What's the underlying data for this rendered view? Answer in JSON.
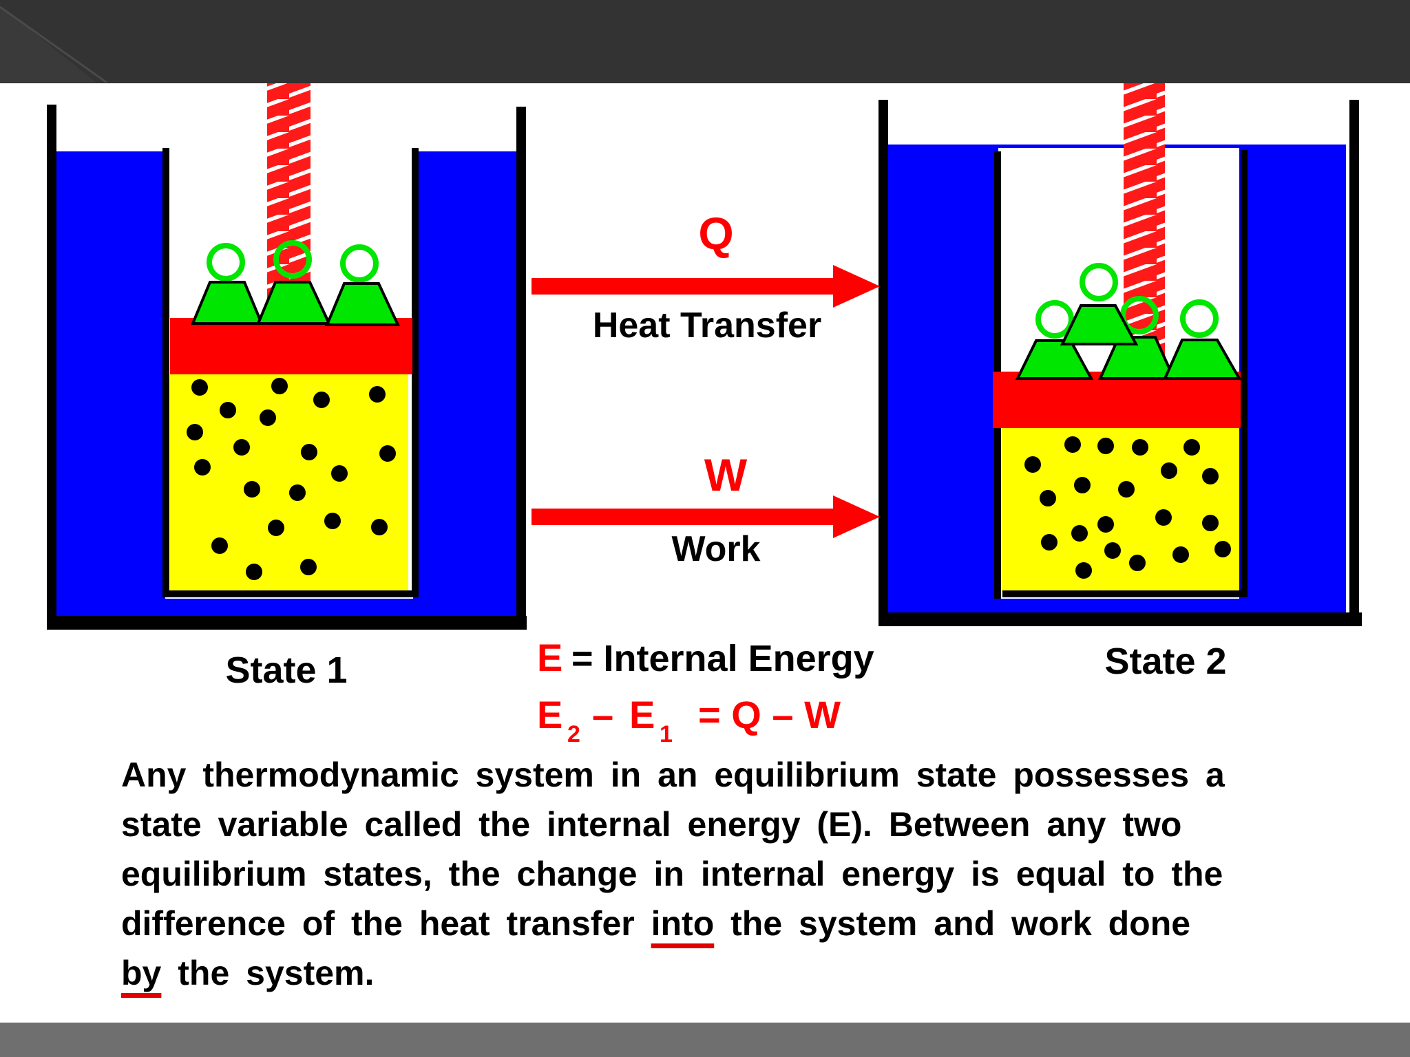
{
  "arrows": {
    "q_symbol": "Q",
    "heat_label": "Heat Transfer",
    "w_symbol": "W",
    "work_label": "Work"
  },
  "states": {
    "state1": "State 1",
    "state2": "State 2"
  },
  "equations": {
    "e_symbol": "E",
    "definition": "= Internal Energy",
    "law_e": "E",
    "law_sub2": "2",
    "law_minus": "–",
    "law_sub1": "1",
    "law_rhs": "= Q – W"
  },
  "paragraph": {
    "line1": "Any thermodynamic system in an equilibrium state possesses a",
    "line2": "state variable called the internal energy (E). Between any two",
    "line3": "equilibrium states, the change in internal energy is equal to the",
    "line4_a": "difference of the heat transfer ",
    "line4_into": "into",
    "line4_b": " the system and work done",
    "line5_by": "by",
    "line5_b": " the system."
  },
  "colors": {
    "water": "#0000ff",
    "gas": "#ffff00",
    "piston": "#ff0000",
    "weight": "#00e600",
    "arrow": "#ff0000",
    "symbol_text": "#ff0000"
  }
}
